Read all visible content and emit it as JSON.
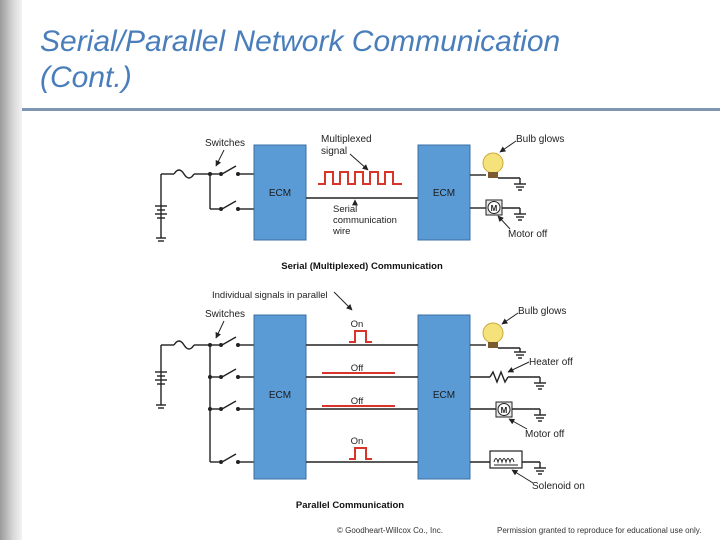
{
  "slide": {
    "title_line1": "Serial/Parallel Network Communication",
    "title_line2": "(Cont.)"
  },
  "serial": {
    "switches_label": "Switches",
    "ecm_left": "ECM",
    "ecm_right": "ECM",
    "multiplexed_signal_line1": "Multiplexed",
    "multiplexed_signal_line2": "signal",
    "serial_wire_line1": "Serial",
    "serial_wire_line2": "communication",
    "serial_wire_line3": "wire",
    "bulb_glows": "Bulb glows",
    "motor_off": "Motor off",
    "motor_symbol": "M",
    "caption": "Serial (Multiplexed) Communication"
  },
  "parallel": {
    "individual_signals": "Individual signals in parallel",
    "switches_label": "Switches",
    "ecm_left": "ECM",
    "ecm_right": "ECM",
    "signal_1": "On",
    "signal_2": "Off",
    "signal_3": "Off",
    "signal_4": "On",
    "bulb_glows": "Bulb glows",
    "heater_off": "Heater off",
    "motor_off": "Motor off",
    "motor_symbol": "M",
    "solenoid_on": "Solenoid on",
    "caption": "Parallel Communication"
  },
  "footer": {
    "copyright": "© Goodheart-Willcox Co., Inc.",
    "permission": "Permission granted to reproduce for educational use only."
  },
  "colors": {
    "title": "#4a7ebb",
    "ecm_fill": "#5b9bd5",
    "signal_red": "#d9342b",
    "bulb": "#f6e27a"
  }
}
